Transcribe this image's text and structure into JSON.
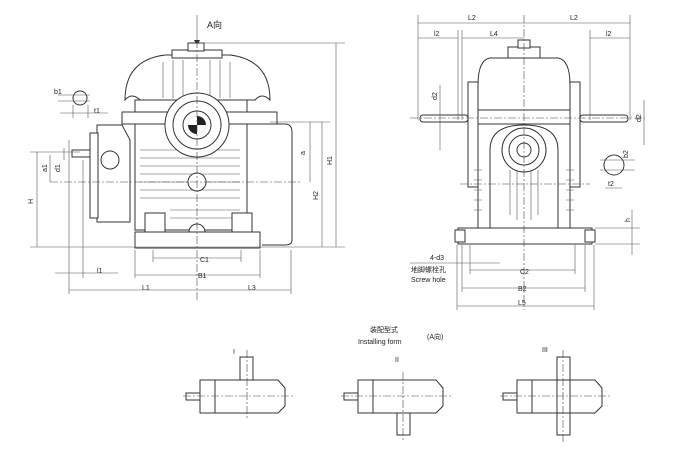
{
  "front_view": {
    "direction_label": "A向",
    "dims": {
      "b1": "b1",
      "t1": "t1",
      "a": "a",
      "H1": "H1",
      "H2": "H2",
      "H": "H",
      "a1": "a1",
      "d1": "d1",
      "l1": "l1",
      "C1": "C1",
      "B1": "B1",
      "L1": "L1",
      "L3": "L3"
    }
  },
  "side_view": {
    "dims": {
      "L2_left": "L2",
      "L2_right": "L2",
      "l2_left": "l2",
      "l2_right": "l2",
      "L4": "L4",
      "d2_left": "d2",
      "d2_right": "d2",
      "b2": "b2",
      "t2": "t2",
      "h": "h",
      "C2": "C2",
      "B2": "B2",
      "L5": "L5"
    },
    "hole_label": "4-d3",
    "hole_label_cn": "地脚螺栓孔",
    "hole_label_en": "Screw hole"
  },
  "installing": {
    "title_cn": "装配型式",
    "title_en": "Installing form",
    "direction": "(A向)",
    "forms": [
      "I",
      "II",
      "III"
    ]
  }
}
